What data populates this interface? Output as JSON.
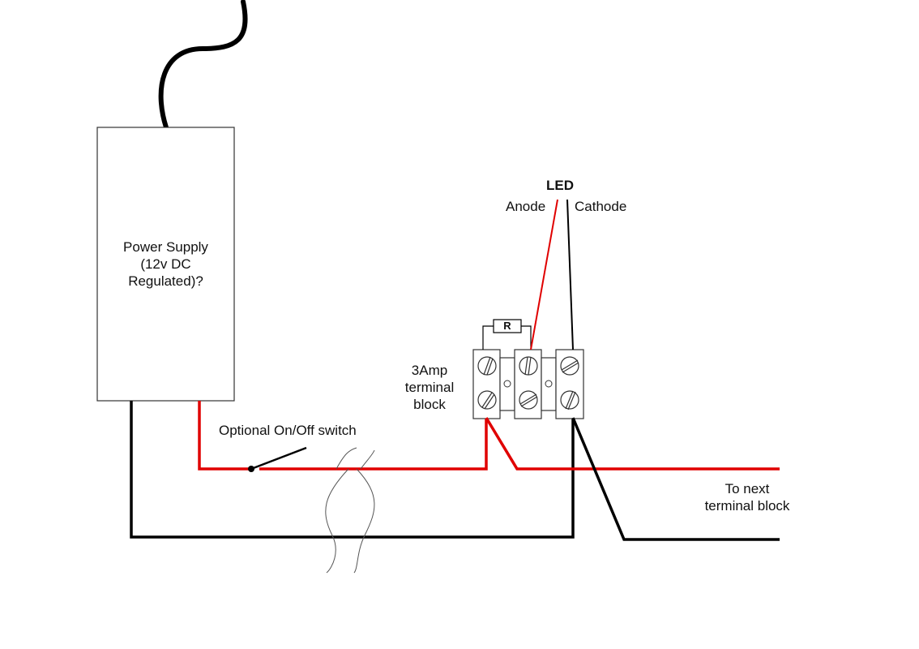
{
  "labels": {
    "power_supply": [
      "Power Supply",
      "(12v DC",
      "Regulated)?"
    ],
    "switch": "Optional On/Off switch",
    "terminal_block": [
      "3Amp",
      "terminal",
      "block"
    ],
    "led": "LED",
    "anode": "Anode",
    "cathode": "Cathode",
    "resistor": "R",
    "next_block": [
      "To next",
      "terminal block"
    ]
  },
  "colors": {
    "positive_wire": "#e00000",
    "negative_wire": "#000000",
    "outline": "#333333"
  }
}
